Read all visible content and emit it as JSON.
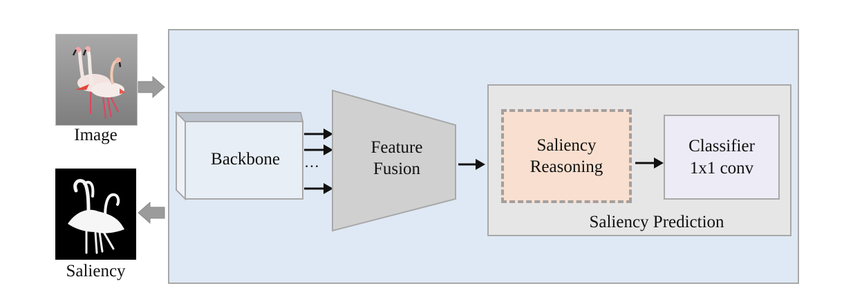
{
  "input": {
    "label": "Image",
    "image": "flamingo-photo"
  },
  "output": {
    "label": "Saliency",
    "image": "flamingo-saliency-map"
  },
  "modules": {
    "backbone": "Backbone",
    "ellipsis": "…",
    "feature_fusion": [
      "Feature",
      "Fusion"
    ],
    "saliency_reasoning": [
      "Saliency",
      "Reasoning"
    ],
    "classifier": [
      "Classifier",
      "1x1 conv"
    ],
    "prediction_group": "Saliency Prediction"
  },
  "colors": {
    "main_panel": "#dfe9f5",
    "prediction_panel": "#e6e6e6",
    "reasoning_fill": "#f9dfcf",
    "classifier_fill": "#ecebf6",
    "fusion_fill": "#d0d0d0",
    "border": "#a8a8a8"
  }
}
